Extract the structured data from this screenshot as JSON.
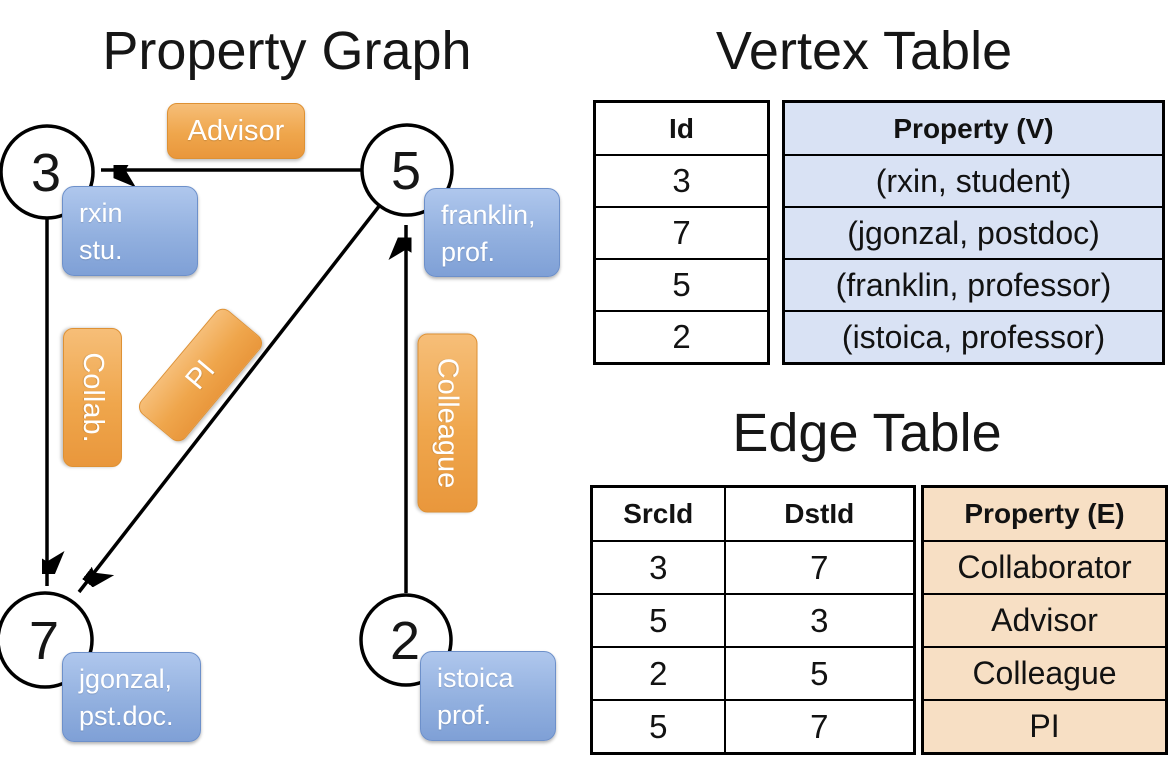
{
  "graph": {
    "title": "Property Graph",
    "nodes": [
      {
        "id": "3",
        "property_line1": "rxin",
        "property_line2": "stu."
      },
      {
        "id": "5",
        "property_line1": "franklin,",
        "property_line2": "prof."
      },
      {
        "id": "7",
        "property_line1": "jgonzal,",
        "property_line2": "pst.doc."
      },
      {
        "id": "2",
        "property_line1": "istoica",
        "property_line2": "prof."
      }
    ],
    "edge_labels": {
      "advisor": "Advisor",
      "collab": "Collab.",
      "pi": "PI",
      "colleague": "Colleague"
    }
  },
  "vertex_table": {
    "title": "Vertex Table",
    "columns": {
      "id": "Id",
      "property": "Property (V)"
    },
    "rows": [
      {
        "id": "3",
        "property": "(rxin, student)"
      },
      {
        "id": "7",
        "property": "(jgonzal, postdoc)"
      },
      {
        "id": "5",
        "property": "(franklin, professor)"
      },
      {
        "id": "2",
        "property": "(istoica, professor)"
      }
    ]
  },
  "edge_table": {
    "title": "Edge Table",
    "columns": {
      "src": "SrcId",
      "dst": "DstId",
      "property": "Property (E)"
    },
    "rows": [
      {
        "src": "3",
        "dst": "7",
        "property": "Collaborator"
      },
      {
        "src": "5",
        "dst": "3",
        "property": "Advisor"
      },
      {
        "src": "2",
        "dst": "5",
        "property": "Colleague"
      },
      {
        "src": "5",
        "dst": "7",
        "property": "PI"
      }
    ]
  },
  "colors": {
    "edge_label_gradient_top": "#F6BE78",
    "edge_label_gradient_bottom": "#E9973C",
    "vertex_label_gradient_top": "#AFC7ED",
    "vertex_label_gradient_bottom": "#7FA0D6",
    "vertex_property_cell_fill": "#D9E2F4",
    "edge_property_cell_fill": "#F7DFC4",
    "line_color": "#000000"
  }
}
